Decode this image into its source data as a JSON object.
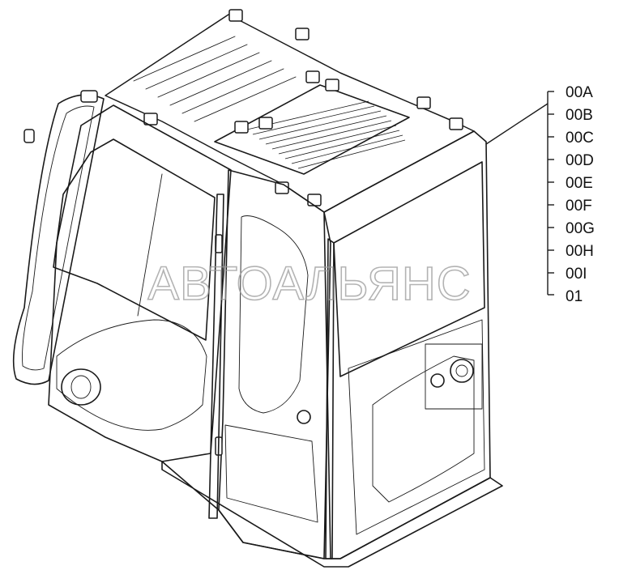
{
  "watermark": "АВТОАЛЬЯНС",
  "part_codes": [
    "00A",
    "00B",
    "00C",
    "00D",
    "00E",
    "00F",
    "00G",
    "00H",
    "00I",
    "01"
  ],
  "colors": {
    "line": "#1a1a1a",
    "watermark": "#9a9a9a",
    "background": "#ffffff"
  }
}
